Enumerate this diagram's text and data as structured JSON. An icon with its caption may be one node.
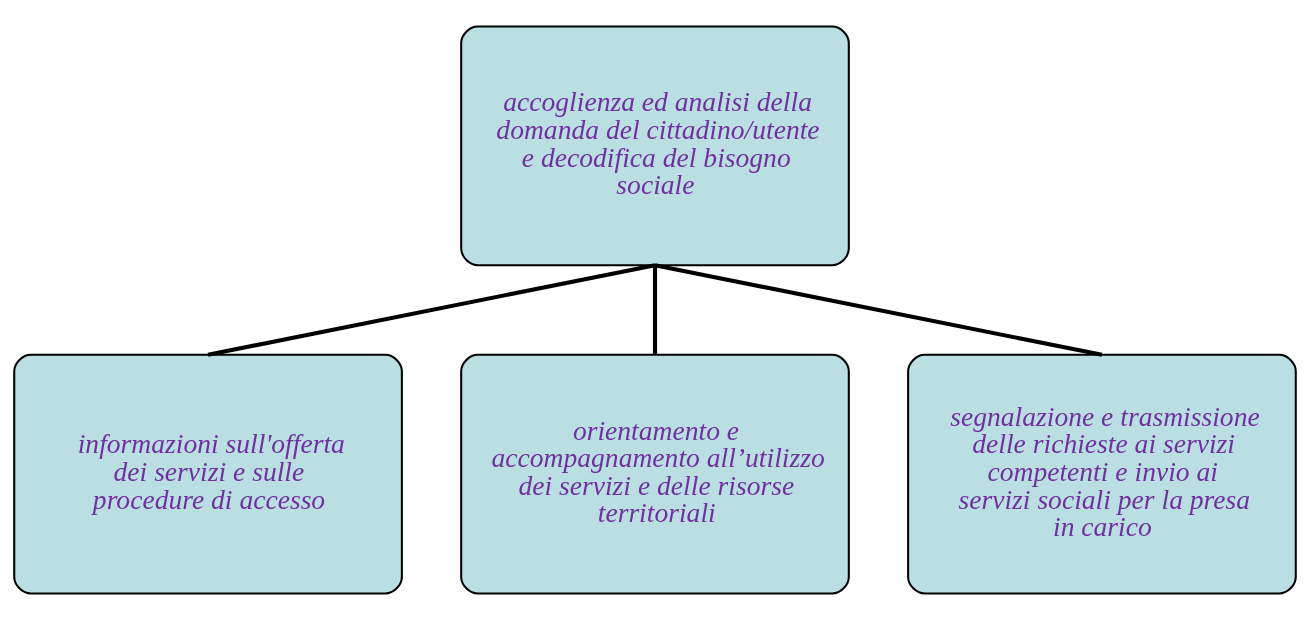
{
  "diagram": {
    "nodes": [
      {
        "text": [
          "accoglienza ed analisi della domanda del cittadino/utente e decodifica del bisogno sociale"
        ]
      },
      {
        "text": [
          "informazioni sull'offerta dei servizi e sulle procedure di accesso"
        ]
      },
      {
        "text": [
          "orientamento e accompagnamento all’utilizzo dei servizi e delle risorse territoriali"
        ]
      },
      {
        "text": [
          "segnalazione e trasmissione delle richieste ai servizi competenti e invio ai servizi sociali per la presa in carico"
        ]
      }
    ],
    "edges": [
      {
        "from": 0,
        "to": 1,
        "arrow": "none"
      },
      {
        "from": 0,
        "to": 2,
        "arrow": "none"
      },
      {
        "from": 0,
        "to": 3,
        "arrow": "none"
      }
    ]
  }
}
